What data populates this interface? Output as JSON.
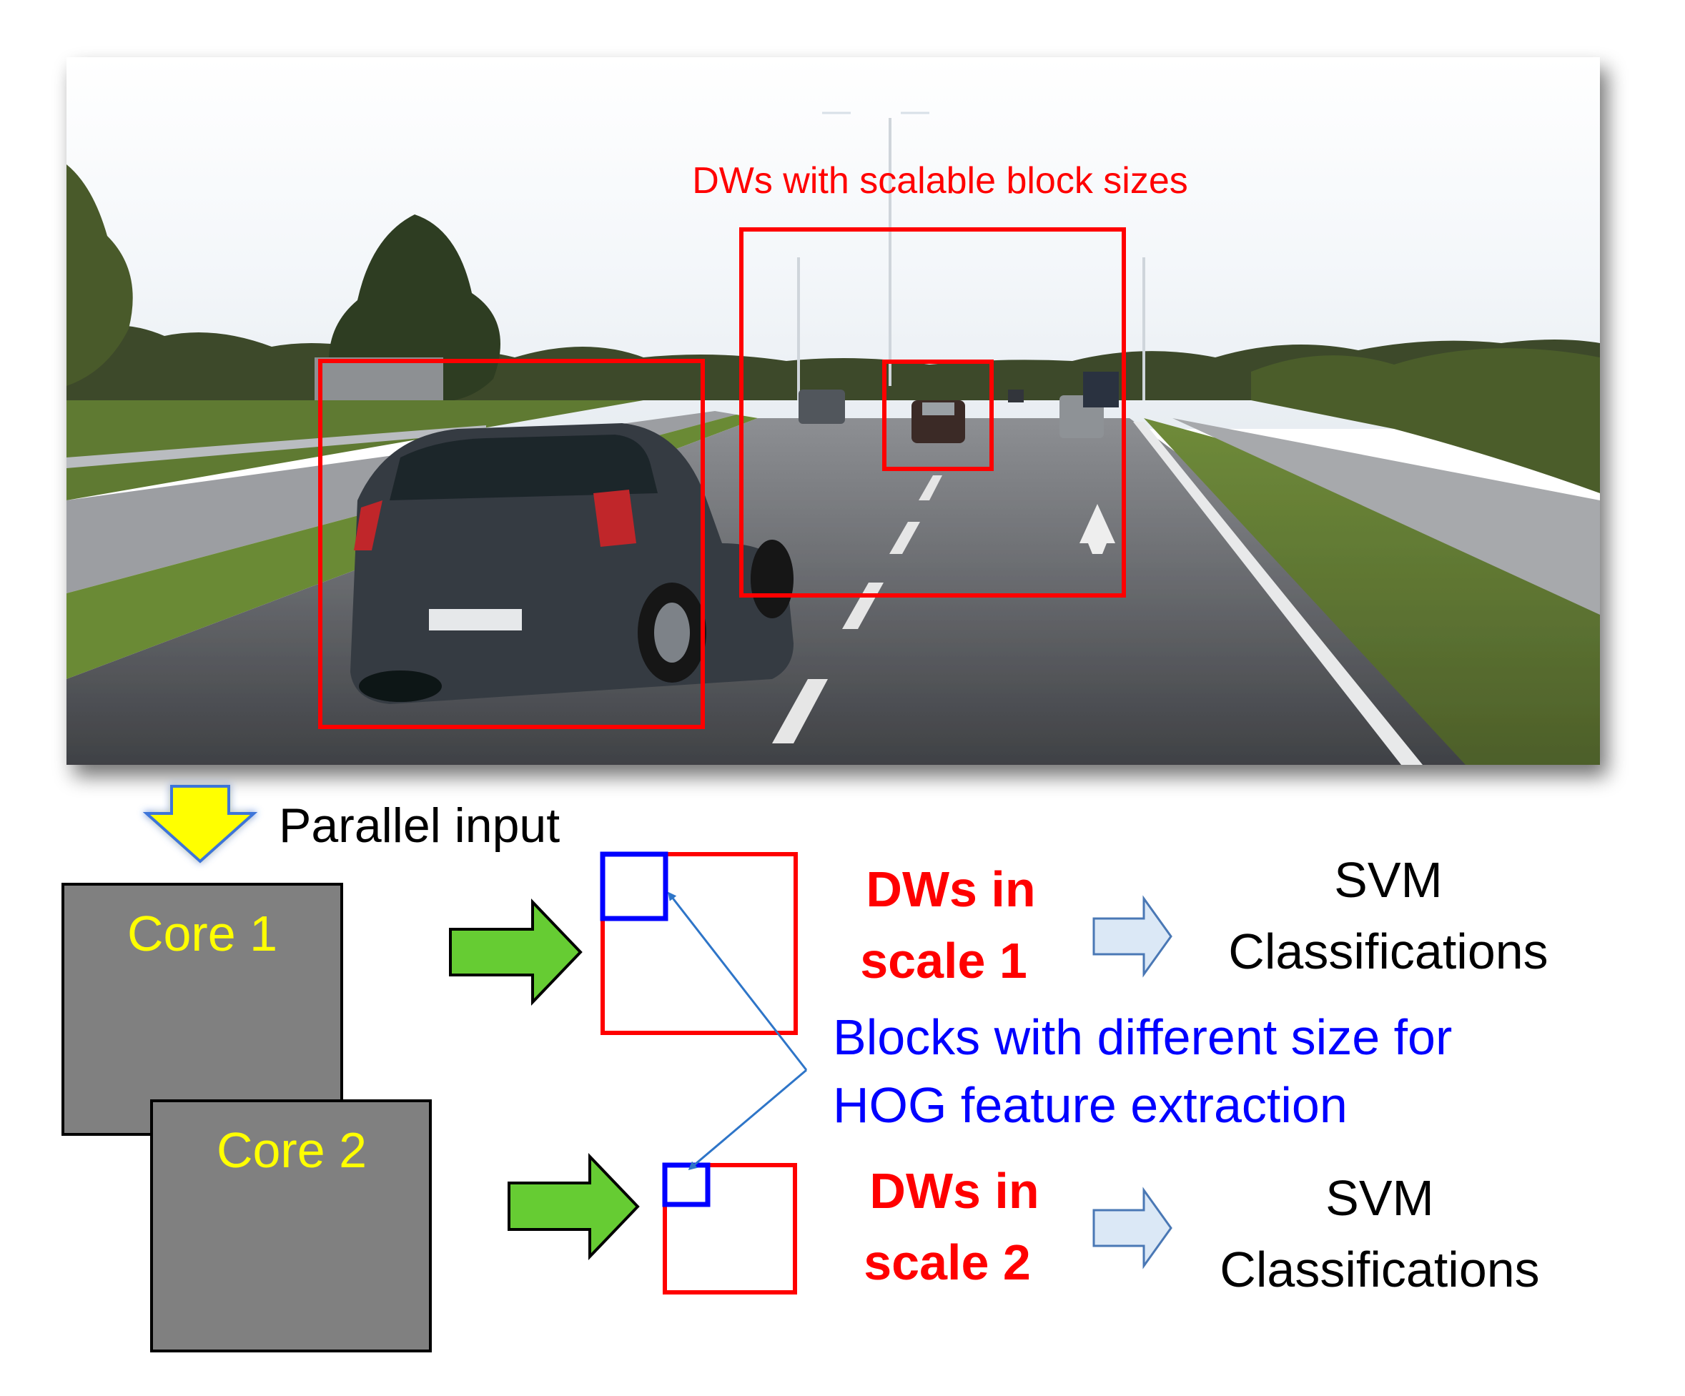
{
  "colors": {
    "detection_box": "#ff0000",
    "hog_block": "#0000ff",
    "blue_arrow": "#2e75c8",
    "core_fill": "#808080",
    "core_label": "#ffff00",
    "input_arrow_fill": "#ffff00",
    "input_arrow_stroke": "#3e74d9",
    "green_arrow": "#66cc33",
    "svm_arrow_fill": "#dbe8f6",
    "svm_arrow_stroke": "#4a78b5"
  },
  "photo": {
    "caption": "DWs with scalable block sizes"
  },
  "input": {
    "label": "Parallel input"
  },
  "cores": [
    {
      "label": "Core 1"
    },
    {
      "label": "Core 2"
    }
  ],
  "scales": [
    {
      "line1": "DWs in",
      "line2": "scale 1",
      "svm_line1": "SVM",
      "svm_line2": "Classifications"
    },
    {
      "line1": "DWs in",
      "line2": "scale 2",
      "svm_line1": "SVM",
      "svm_line2": "Classifications"
    }
  ],
  "blocks_note": {
    "line1": "Blocks with different size for",
    "line2": "HOG feature extraction"
  }
}
